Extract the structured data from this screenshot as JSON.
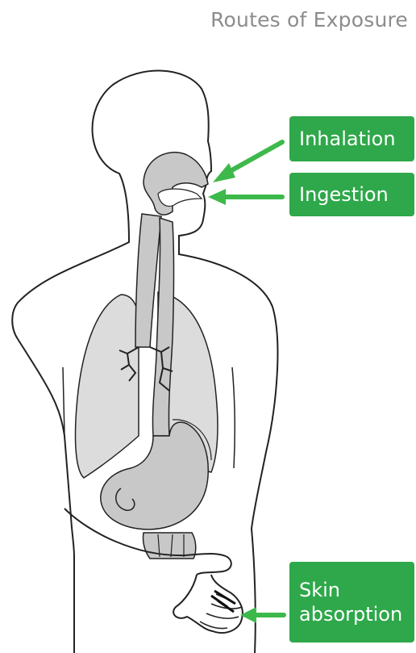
{
  "title": "Routes of Exposure",
  "routes": {
    "inhalation": "Inhalation",
    "ingestion": "Ingestion",
    "skin_line1": "Skin",
    "skin_line2": "absorption"
  },
  "colors": {
    "label_green": "#2ea84a",
    "arrow_green": "#3db94b",
    "organ_gray": "#c8c8c8",
    "lung_gray": "#dcdcdc",
    "outline": "#222222",
    "title_gray": "#8c8c8c"
  }
}
